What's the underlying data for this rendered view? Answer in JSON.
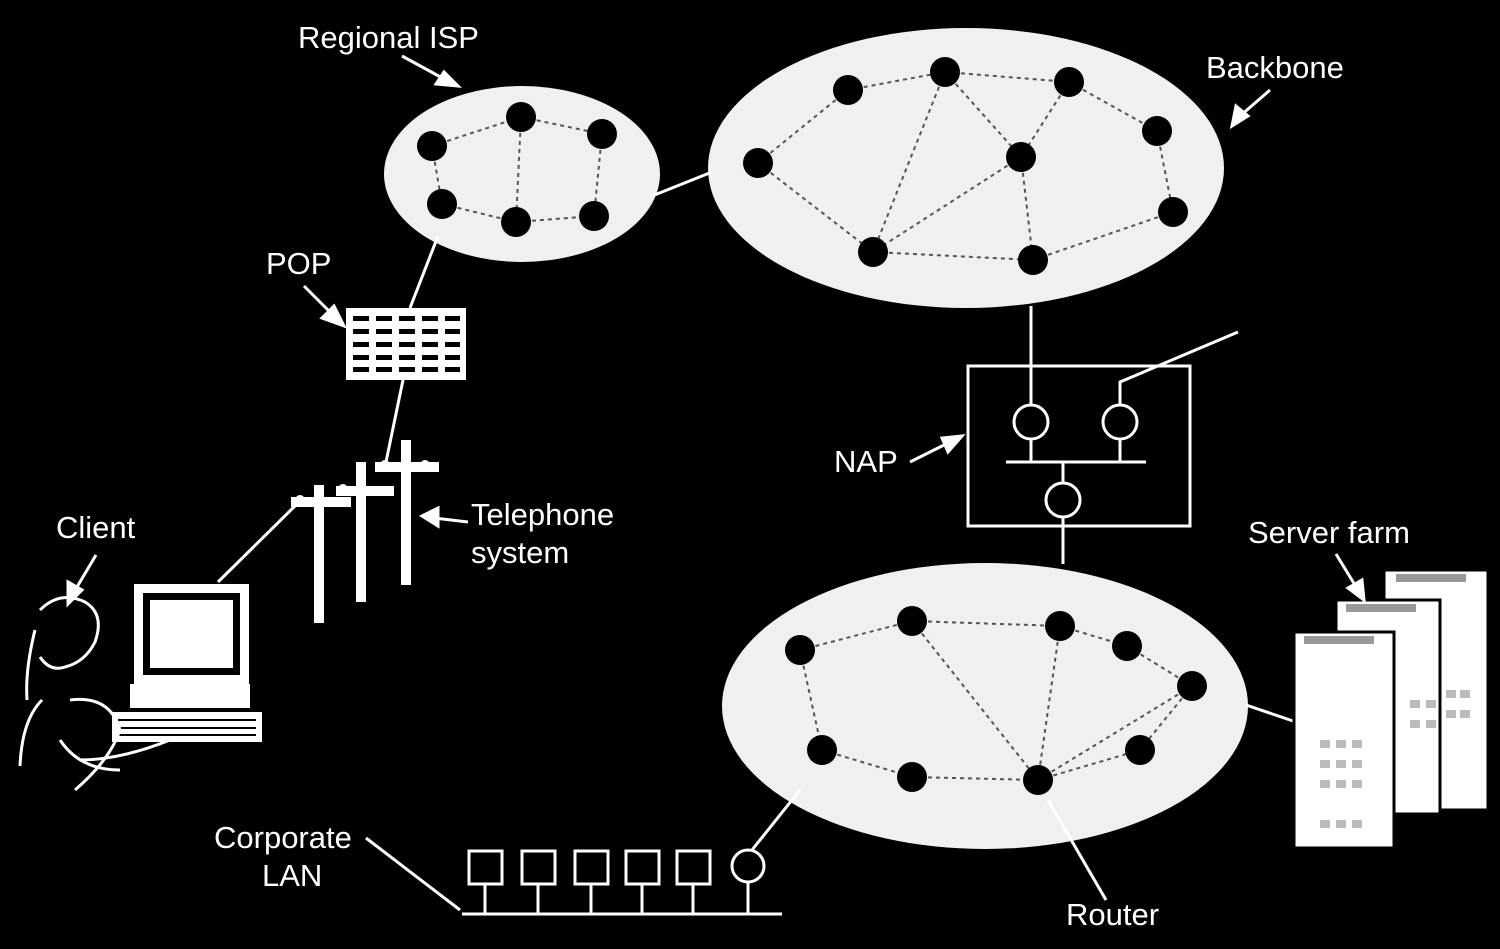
{
  "labels": {
    "regional_isp": "Regional ISP",
    "backbone": "Backbone",
    "pop": "POP",
    "nap": "NAP",
    "client": "Client",
    "telephone_line1": "Telephone",
    "telephone_line2": "system",
    "server_farm": "Server farm",
    "corporate_line1": "Corporate",
    "corporate_line2": "LAN",
    "router": "Router"
  },
  "colors": {
    "background": "#000000",
    "ellipse_fill": "#f0f0f0",
    "node": "#000000",
    "line": "#ffffff"
  },
  "icons": {
    "client": "person-at-computer-icon",
    "telephone": "telephone-pole-icon",
    "pop": "pop-switch-panel-icon",
    "server_farm": "server-building-icon"
  }
}
